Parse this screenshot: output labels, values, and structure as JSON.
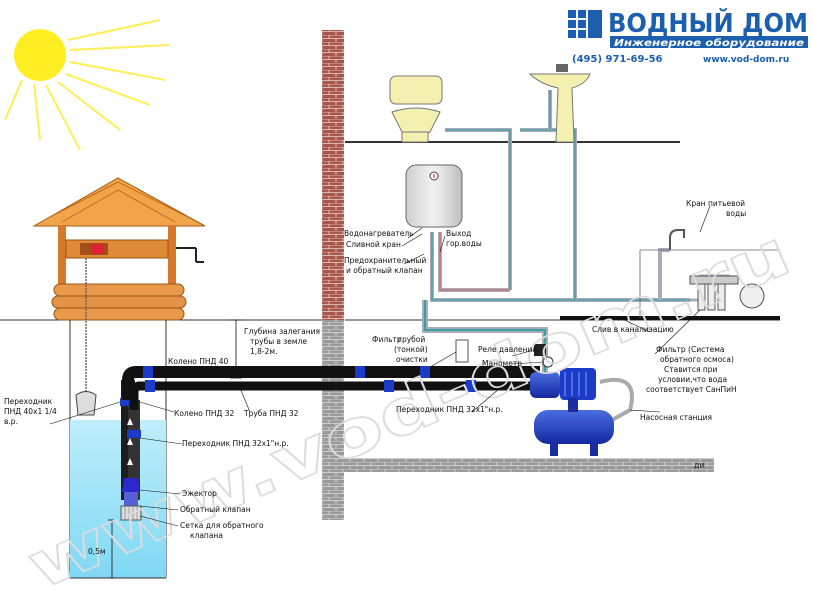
{
  "brand": {
    "logo_text": "ВОДНЫЙ ДОМ",
    "tagline": "Инженерное оборудование",
    "phone": "(495) 971-69-56",
    "site": "www.vod-dom.ru",
    "watermark": "www.vod-dom.ru",
    "color_blue": "#1b5fae"
  },
  "labels": {
    "water_heater": "Водонагреватель",
    "drain_valve": "Сливной кран",
    "hot_water_outlet_1": "Выход",
    "hot_water_outlet_2": "гор.воды",
    "safety_check_1": "Предохранительный",
    "safety_check_2": "и обратный клапан",
    "drinking_tap_1": "Кран питьевой",
    "drinking_tap_2": "воды",
    "sewer_drain": "Слив в канализацию",
    "pipe_depth_1": "Глубина залегания",
    "pipe_depth_2": "трубы в земле",
    "pipe_depth_3": "1,8-2м.",
    "elbow_40": "Колено ПНД 40",
    "filter_coarse_1": "Фильтр",
    "filter_coarse_2": "грубой",
    "filter_coarse_3": "(тонкой)",
    "filter_coarse_4": "очистки",
    "pressure_relay": "Реле давления",
    "manometer": "Манометр",
    "ro_filter_1": "Фильтр (Система",
    "ro_filter_2": "обратного осмоса)",
    "ro_filter_3": "Ставится при",
    "ro_filter_4": "условии,что вода",
    "ro_filter_5": "соответствует СанПиН",
    "adapter_40_1": "Переходник",
    "adapter_40_2": "ПНД 40х1 1/4",
    "adapter_40_3": "в.р.",
    "elbow_32": "Колено ПНД 32",
    "pipe_32": "Труба ПНД 32",
    "adapter_32_outside": "Переходник ПНД 32х1\"н.р.",
    "pump_station": "Насосная станция",
    "adapter_32_well": "Переходник ПНД 32х1\"н.р.",
    "ejector": "Эжектор",
    "check_valve": "Обратный клапан",
    "mesh_1": "Сетка для обратного",
    "mesh_2": "клапана",
    "depth_05": "0,5м",
    "corner_mark": "ДИ"
  }
}
